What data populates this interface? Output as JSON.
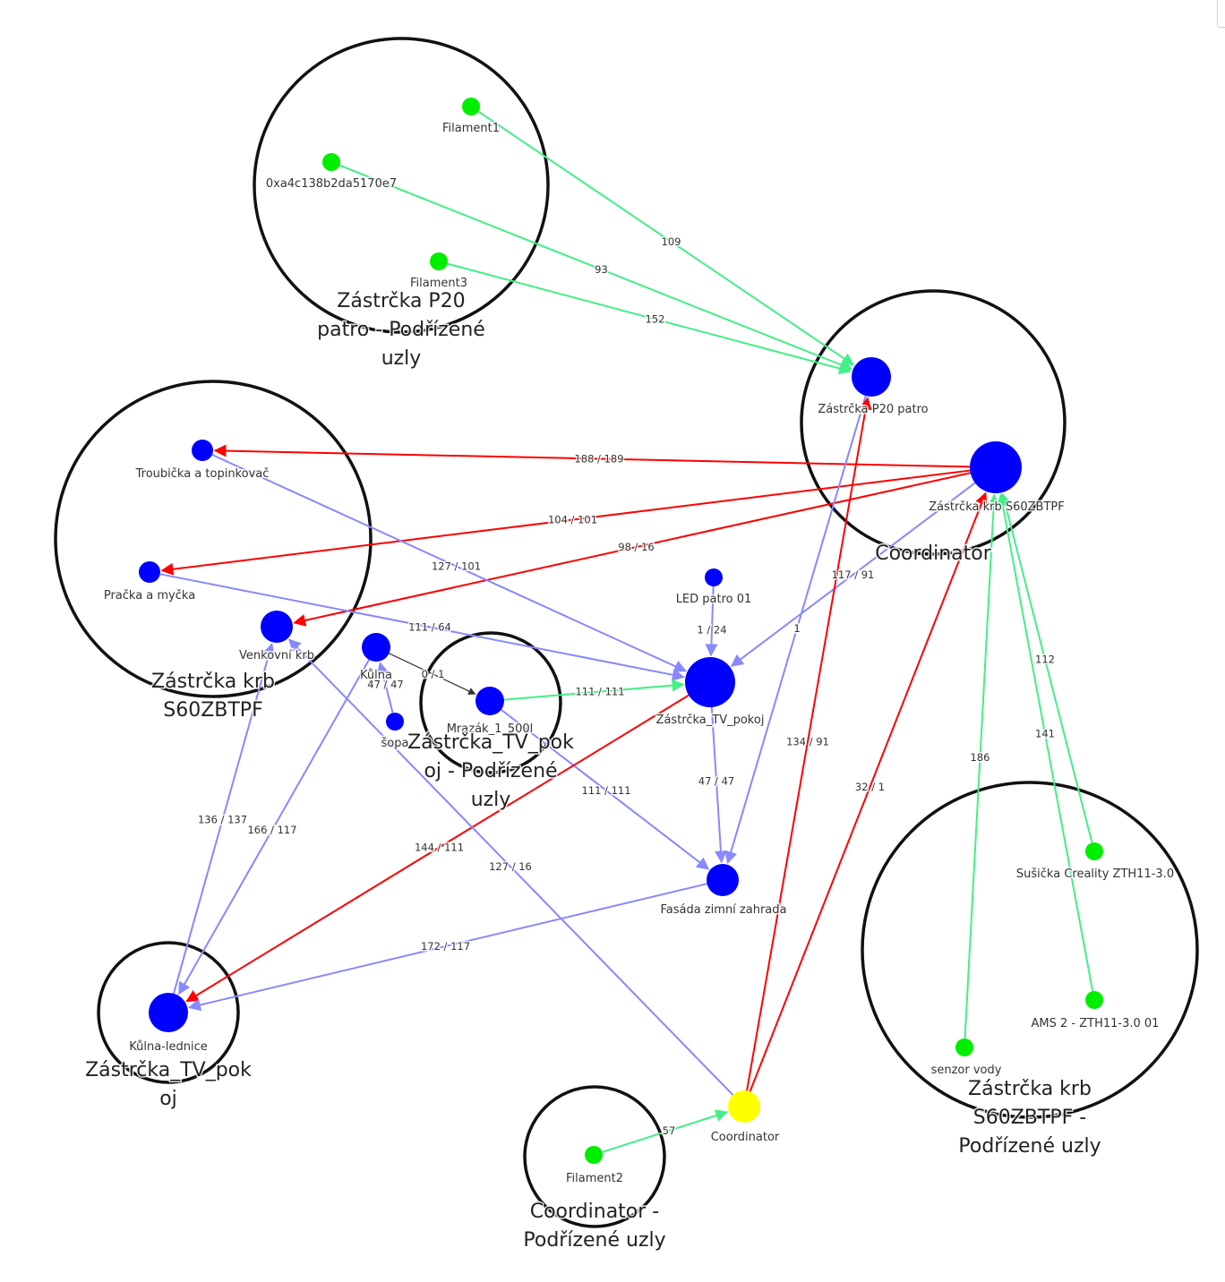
{
  "colors": {
    "end_device": "#00ee00",
    "router": "#0000ff",
    "coordinator": "#ffff00",
    "edge_green": "#44ee88",
    "edge_red": "#ff0000",
    "edge_blue": "#8888ff",
    "edge_black": "#333333",
    "group_ring": "#111111"
  },
  "groups": [
    {
      "id": "g-p20",
      "label_lines": [
        "Zástrčka P20",
        "patro - Podřízené",
        "uzly"
      ]
    },
    {
      "id": "g-coord-main",
      "label_lines": [
        "Coordinator"
      ]
    },
    {
      "id": "g-krb",
      "label_lines": [
        "Zástrčka krb",
        "S60ZBTPF"
      ]
    },
    {
      "id": "g-tv-sub",
      "label_lines": [
        "Zástrčka_TV_pok",
        "oj - Podřízené",
        "uzly"
      ]
    },
    {
      "id": "g-tv",
      "label_lines": [
        "Zástrčka_TV_pok",
        "oj"
      ]
    },
    {
      "id": "g-krb-sub",
      "label_lines": [
        "Zástrčka krb",
        "S60ZBTPF -",
        "Podřízené uzly"
      ]
    },
    {
      "id": "g-coord-sub",
      "label_lines": [
        "Coordinator -",
        "Podřízené uzly"
      ]
    }
  ],
  "nodes": [
    {
      "id": "filament1",
      "label": "Filament1",
      "type": "end_device"
    },
    {
      "id": "0xa4c",
      "label": "0xa4c138b2da5170e7",
      "type": "end_device"
    },
    {
      "id": "filament3",
      "label": "Filament3",
      "type": "end_device"
    },
    {
      "id": "p20patro",
      "label": "Zástrčka P20 patro",
      "type": "router"
    },
    {
      "id": "krbS60",
      "label": "Zástrčka krb S60ZBTPF",
      "type": "router"
    },
    {
      "id": "troubicka",
      "label": "Troubička a topinkovač",
      "type": "router"
    },
    {
      "id": "pracka",
      "label": "Pračka a myčka",
      "type": "router"
    },
    {
      "id": "venkovni",
      "label": "Venkovní krb",
      "type": "router"
    },
    {
      "id": "kulna",
      "label": "Kůlna",
      "type": "router"
    },
    {
      "id": "sopa",
      "label": "šopa",
      "type": "router"
    },
    {
      "id": "mrazak",
      "label": "Mrazák_1_500l",
      "type": "router"
    },
    {
      "id": "led",
      "label": "LED patro 01",
      "type": "router"
    },
    {
      "id": "tvpokoj",
      "label": "Zástrčka_TV_pokoj",
      "type": "router"
    },
    {
      "id": "fasada",
      "label": "Fasáda zimní zahrada",
      "type": "router"
    },
    {
      "id": "kulnalednice",
      "label": "Kůlna-lednice",
      "type": "router"
    },
    {
      "id": "susicka",
      "label": "Sušička Creality ZTH11-3.0",
      "type": "end_device"
    },
    {
      "id": "ams2",
      "label": "AMS 2 - ZTH11-3.0 01",
      "type": "end_device"
    },
    {
      "id": "senzor",
      "label": "senzor vody",
      "type": "end_device"
    },
    {
      "id": "filament2",
      "label": "Filament2",
      "type": "end_device"
    },
    {
      "id": "coordinator",
      "label": "Coordinator",
      "type": "coordinator"
    }
  ],
  "edges": [
    {
      "from": "filament1",
      "to": "p20patro",
      "kind": "green",
      "label": "109"
    },
    {
      "from": "0xa4c",
      "to": "p20patro",
      "kind": "green",
      "label": "93"
    },
    {
      "from": "filament3",
      "to": "p20patro",
      "kind": "green",
      "label": "152"
    },
    {
      "from": "krbS60",
      "to": "troubicka",
      "kind": "red",
      "label": "188 / 189"
    },
    {
      "from": "krbS60",
      "to": "pracka",
      "kind": "red",
      "label": "104 / 101"
    },
    {
      "from": "krbS60",
      "to": "venkovni",
      "kind": "red",
      "label": "98 / 16"
    },
    {
      "from": "troubicka",
      "to": "tvpokoj",
      "kind": "blue",
      "label": "127 / 101"
    },
    {
      "from": "pracka",
      "to": "tvpokoj",
      "kind": "blue",
      "label": "111 / 64"
    },
    {
      "from": "krbS60",
      "to": "tvpokoj",
      "kind": "blue",
      "label": "117 / 91"
    },
    {
      "from": "led",
      "to": "tvpokoj",
      "kind": "blue",
      "label": "1 / 24"
    },
    {
      "from": "mrazak",
      "to": "tvpokoj",
      "kind": "green",
      "label": "111 / 111"
    },
    {
      "from": "kulna",
      "to": "mrazak",
      "kind": "black",
      "label": "0 / 1"
    },
    {
      "from": "sopa",
      "to": "kulna",
      "kind": "blue",
      "label": "47 / 47"
    },
    {
      "from": "tvpokoj",
      "to": "fasada",
      "kind": "blue",
      "label": "47 / 47"
    },
    {
      "from": "p20patro",
      "to": "fasada",
      "kind": "blue",
      "label": "1"
    },
    {
      "from": "mrazak",
      "to": "fasada",
      "kind": "blue",
      "label": "111 / 111"
    },
    {
      "from": "tvpokoj",
      "to": "kulnalednice",
      "kind": "red",
      "label": "144 / 111"
    },
    {
      "from": "fasada",
      "to": "kulnalednice",
      "kind": "blue",
      "label": "172 / 117"
    },
    {
      "from": "kulnalednice",
      "to": "venkovni",
      "kind": "blue",
      "label": "136 / 137"
    },
    {
      "from": "kulna",
      "to": "kulnalednice",
      "kind": "blue",
      "label": "166 / 117"
    },
    {
      "from": "coordinator",
      "to": "venkovni",
      "kind": "blue",
      "label": "127 / 16"
    },
    {
      "from": "coordinator",
      "to": "p20patro",
      "kind": "red",
      "label": "134 / 91"
    },
    {
      "from": "coordinator",
      "to": "krbS60",
      "kind": "red",
      "label": "32 / 1"
    },
    {
      "from": "susicka",
      "to": "krbS60",
      "kind": "green",
      "label": "112"
    },
    {
      "from": "ams2",
      "to": "krbS60",
      "kind": "green",
      "label": "141"
    },
    {
      "from": "senzor",
      "to": "krbS60",
      "kind": "green",
      "label": "186"
    },
    {
      "from": "filament2",
      "to": "coordinator",
      "kind": "green",
      "label": "57"
    }
  ]
}
